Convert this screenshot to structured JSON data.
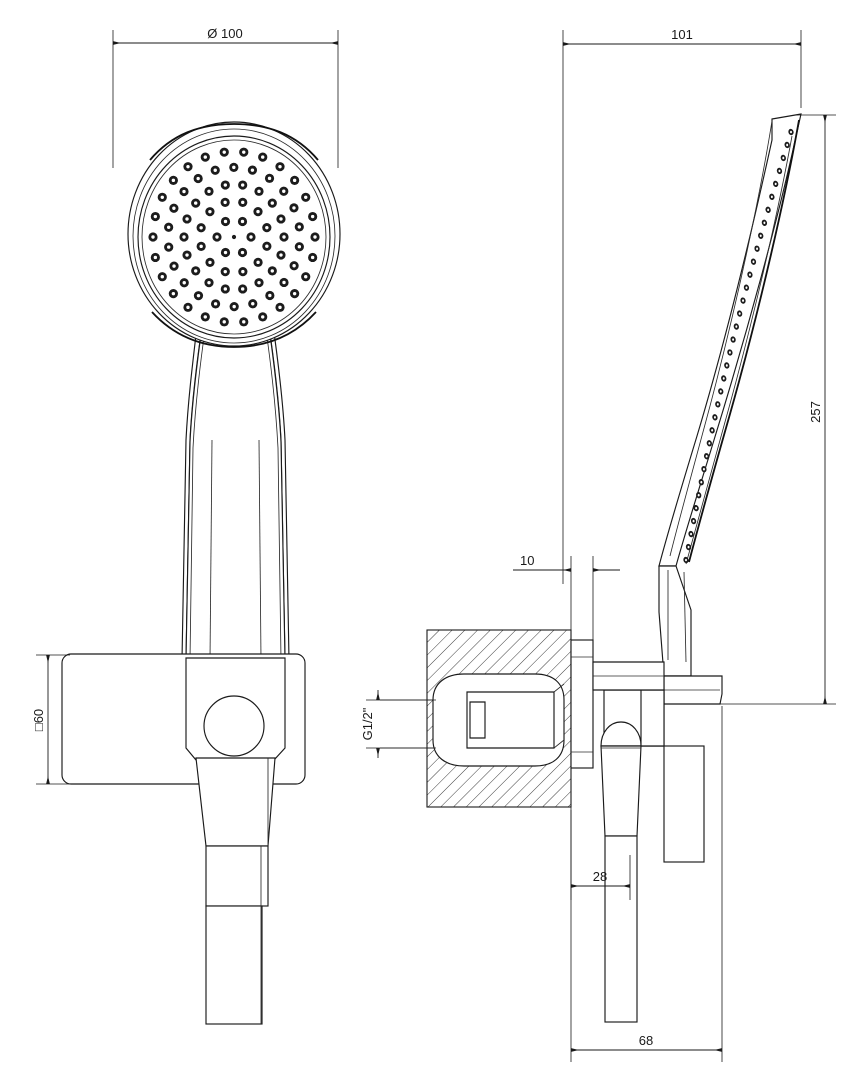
{
  "document": {
    "type": "technical-drawing",
    "subject": "Hand shower with wall bracket and wall-mounted outlet elbow",
    "views": [
      {
        "id": "front",
        "label": "front-view"
      },
      {
        "id": "side",
        "label": "side-view-section"
      }
    ],
    "units": "mm",
    "line_color": "#1a1a1a",
    "background_color": "#ffffff"
  },
  "dimensions": {
    "head_diameter": {
      "value": "Ø 100",
      "symbol": "Ø",
      "number": "100",
      "view": "front",
      "position": "top"
    },
    "side_width": {
      "value": "101",
      "number": "101",
      "view": "side",
      "position": "top"
    },
    "overall_height": {
      "value": "257",
      "number": "257",
      "view": "side",
      "position": "right"
    },
    "plate_square": {
      "value": "□60",
      "symbol": "□",
      "number": "60",
      "view": "front",
      "position": "left"
    },
    "plate_projection": {
      "value": "10",
      "number": "10",
      "view": "side",
      "position": "upper-left"
    },
    "thread": {
      "value": "G1/2\"",
      "view": "side",
      "position": "left"
    },
    "bracket_offset": {
      "value": "28",
      "number": "28",
      "view": "side",
      "position": "bottom-left"
    },
    "overall_depth": {
      "value": "68",
      "number": "68",
      "view": "side",
      "position": "bottom"
    }
  },
  "chart_data": {
    "type": "table",
    "title": "Hand shower dimensional drawing",
    "categories": [
      "Ø 100",
      "101",
      "257",
      "□60",
      "10",
      "G1/2\"",
      "28",
      "68"
    ],
    "values": [
      100,
      101,
      257,
      60,
      10,
      0.5,
      28,
      68
    ]
  }
}
